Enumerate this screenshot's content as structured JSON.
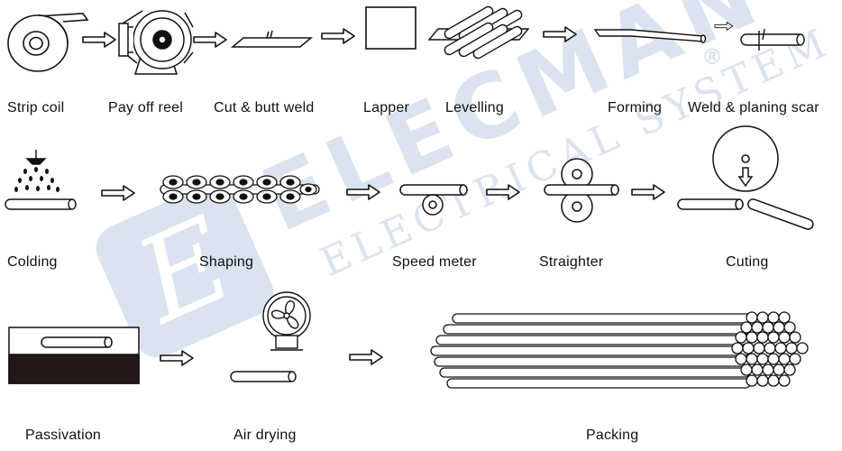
{
  "colors": {
    "stroke": "#111111",
    "arrow_fill": "#ffffff",
    "watermark": "#8aa7cd",
    "passivation_bath": "#231815"
  },
  "watermark": {
    "brand": "ELECMAN",
    "tagline": "ELECTRICAL SYSTEM",
    "registered_mark": "®",
    "logo_letter": "E"
  },
  "steps": {
    "strip_coil": "Strip coil",
    "pay_off_reel": "Pay off reel",
    "cut_butt_weld": "Cut & butt weld",
    "lapper": "Lapper",
    "levelling": "Levelling",
    "forming": "Forming",
    "weld_planing_scar": "Weld & planing scar",
    "colding": "Colding",
    "shaping": "Shaping",
    "speed_meter": "Speed meter",
    "straighter": "Straighter",
    "cuting": "Cuting",
    "passivation": "Passivation",
    "air_drying": "Air drying",
    "packing": "Packing"
  }
}
